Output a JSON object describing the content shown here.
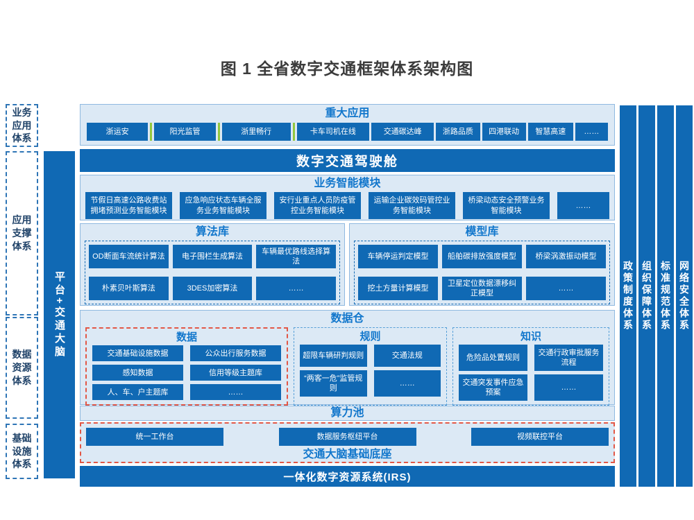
{
  "title": "图 1  全省数字交通框架体系架构图",
  "colors": {
    "primary_blue": "#1069b4",
    "header_blue": "#1277cc",
    "panel_bg": "#dce9f5",
    "red_dash": "#e25746",
    "blue_dash": "#58a0d8",
    "green_divider": "#92c83e"
  },
  "left_systems": [
    "业务应用体系",
    "应用支撑体系",
    "数据资源体系",
    "基础设施体系"
  ],
  "platform_bar": "平台+交通大脑",
  "right_systems": [
    "政策制度体系",
    "组织保障体系",
    "标准规范体系",
    "网络安全体系"
  ],
  "major_apps": {
    "title": "重大应用",
    "items": [
      "浙运安",
      "阳光监管",
      "浙里畅行",
      "卡车司机在线",
      "交通碳达峰",
      "浙路品质",
      "四港联动",
      "智慧高速",
      "……"
    ]
  },
  "cockpit": "数字交通驾驶舱",
  "biz_modules": {
    "title": "业务智能模块",
    "items": [
      "节假日高速公路收费站拥堵预测业务智能模块",
      "应急响应状态车辆全服务业务智能模块",
      "安行业重点人员防疫管控业务智能模块",
      "运输企业碳效码管控业务智能模块",
      "桥梁动态安全预警业务智能模块",
      "……"
    ]
  },
  "algorithm_lib": {
    "title": "算法库",
    "items": [
      "OD断面车流统计算法",
      "电子围栏生成算法",
      "车辆最优路线选择算法",
      "朴素贝叶斯算法",
      "3DES加密算法",
      "……"
    ]
  },
  "model_lib": {
    "title": "模型库",
    "items": [
      "车辆停运判定模型",
      "船舶碳排放强度模型",
      "桥梁涡激振动模型",
      "挖土方量计算模型",
      "卫星定位数据漂移纠正模型",
      "……"
    ]
  },
  "data_warehouse": {
    "title": "数据仓",
    "groups": [
      {
        "title": "数据",
        "items": [
          "交通基础设施数据",
          "公众出行服务数据",
          "感知数据",
          "信用等级主题库",
          "人、车、户主题库",
          "……"
        ]
      },
      {
        "title": "规则",
        "items": [
          "超限车辆研判规则",
          "交通法规",
          "“两客一危”监管规则",
          "……"
        ]
      },
      {
        "title": "知识",
        "items": [
          "危险品处置规则",
          "交通行政审批服务流程",
          "交通突发事件应急预案",
          "……"
        ]
      }
    ]
  },
  "computing_pool": "算力池",
  "foundation": {
    "title": "交通大脑基础底座",
    "items": [
      "统一工作台",
      "数据服务枢纽平台",
      "视频联控平台"
    ]
  },
  "irs": "一体化数字资源系统(IRS)"
}
